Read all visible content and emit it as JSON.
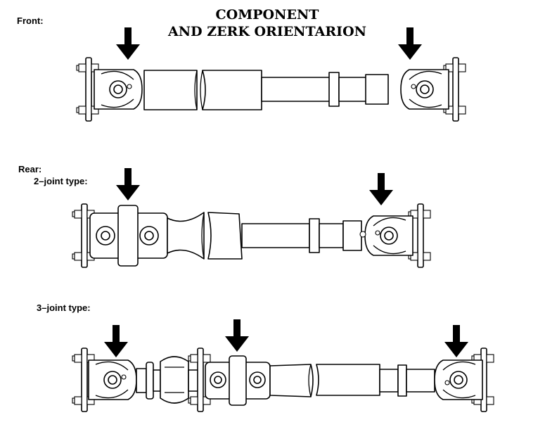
{
  "title": {
    "line1": "COMPONENT",
    "line2": "AND ZERK ORIENTARION"
  },
  "labels": {
    "front": "Front:",
    "rear": "Rear:",
    "two_joint": "2–joint type:",
    "three_joint": "3–joint type:"
  },
  "colors": {
    "ink": "#000000",
    "paper": "#ffffff"
  },
  "icons": [
    "down-arrow-icon",
    "driveshaft-illustration"
  ]
}
